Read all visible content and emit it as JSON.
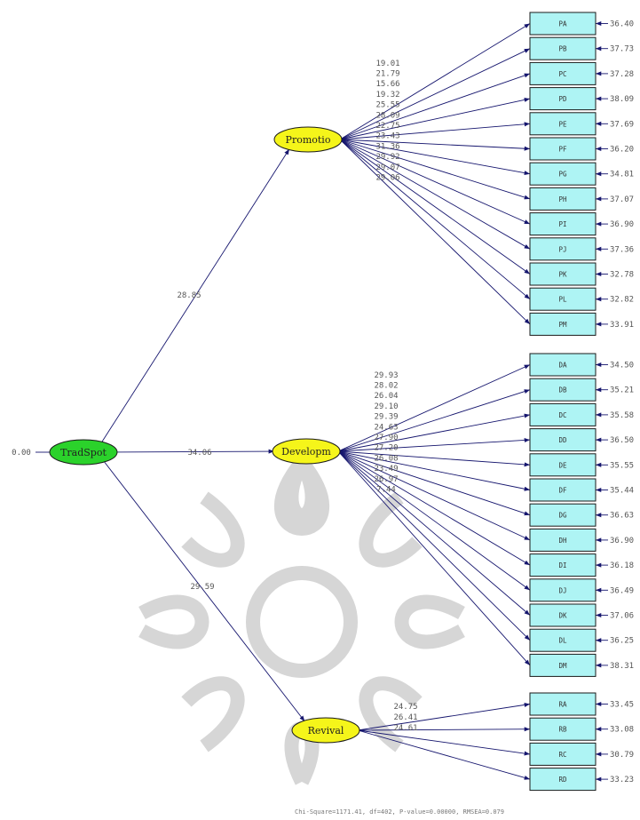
{
  "colors": {
    "root": "#2bd22b",
    "latent": "#f5f51a",
    "indicator": "#aef4f4",
    "arrow": "#16166e"
  },
  "root": {
    "label": "TradSpot",
    "variance": "0.00"
  },
  "latents": [
    {
      "label": "Promotio",
      "path_value": "28.85",
      "indicators": [
        {
          "label": "PA",
          "loading": "19.01",
          "error": "36.40"
        },
        {
          "label": "PB",
          "loading": "21.79",
          "error": "37.73"
        },
        {
          "label": "PC",
          "loading": "15.66",
          "error": "37.28"
        },
        {
          "label": "PD",
          "loading": "19.32",
          "error": "38.09"
        },
        {
          "label": "PE",
          "loading": "25.55",
          "error": "37.69"
        },
        {
          "label": "PF",
          "loading": "28.09",
          "error": "36.20"
        },
        {
          "label": "PG",
          "loading": "22.75",
          "error": "34.81"
        },
        {
          "label": "PH",
          "loading": "23.43",
          "error": "37.07"
        },
        {
          "label": "PI",
          "loading": "31.36",
          "error": "36.90"
        },
        {
          "label": "PJ",
          "loading": "29.92",
          "error": "37.36"
        },
        {
          "label": "PK",
          "loading": "29.07",
          "error": "32.78"
        },
        {
          "label": "PL",
          "loading": "29.06",
          "error": "32.82"
        },
        {
          "label": "PM",
          "loading": "",
          "error": "33.91"
        }
      ]
    },
    {
      "label": "Developm",
      "path_value": "34.06",
      "indicators": [
        {
          "label": "DA",
          "loading": "29.93",
          "error": "34.50"
        },
        {
          "label": "DB",
          "loading": "28.02",
          "error": "35.21"
        },
        {
          "label": "DC",
          "loading": "26.04",
          "error": "35.58"
        },
        {
          "label": "DD",
          "loading": "29.10",
          "error": "36.50"
        },
        {
          "label": "DE",
          "loading": "29.39",
          "error": "35.55"
        },
        {
          "label": "DF",
          "loading": "24.63",
          "error": "35.44"
        },
        {
          "label": "DG",
          "loading": "27.90",
          "error": "36.63"
        },
        {
          "label": "DH",
          "loading": "27.20",
          "error": "36.90"
        },
        {
          "label": "DI",
          "loading": "26.08",
          "error": "36.18"
        },
        {
          "label": "DJ",
          "loading": "23.49",
          "error": "36.49"
        },
        {
          "label": "DK",
          "loading": "26.97",
          "error": "37.06"
        },
        {
          "label": "DL",
          "loading": "7.44",
          "error": "36.25"
        },
        {
          "label": "DM",
          "loading": "",
          "error": "38.31"
        }
      ]
    },
    {
      "label": "Revival",
      "path_value": "29.59",
      "indicators": [
        {
          "label": "RA",
          "loading": "24.75",
          "error": "33.45"
        },
        {
          "label": "RB",
          "loading": "26.41",
          "error": "33.08"
        },
        {
          "label": "RC",
          "loading": "24.61",
          "error": "30.79"
        },
        {
          "label": "RD",
          "loading": "",
          "error": "33.23"
        }
      ]
    }
  ],
  "footer": "Chi-Square=1171.41, df=402, P-value=0.00000, RMSEA=0.079"
}
